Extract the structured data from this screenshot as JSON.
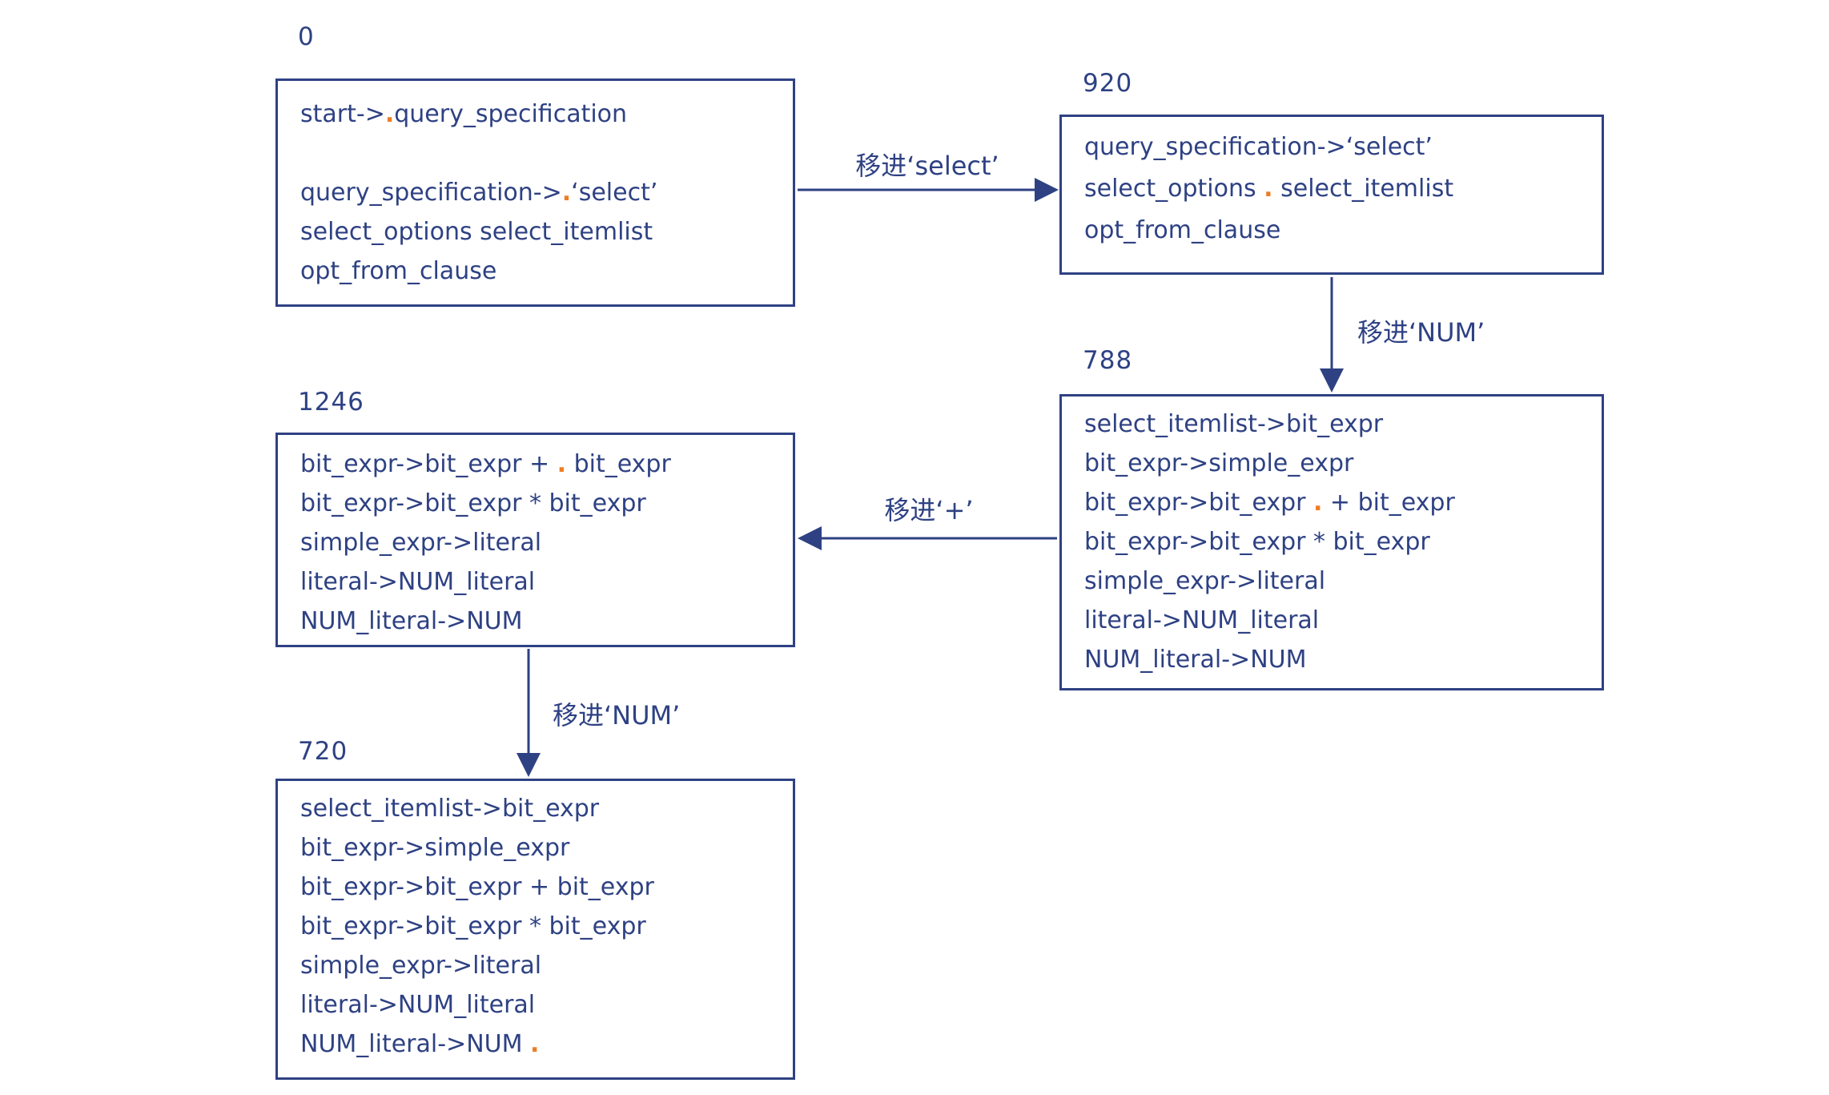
{
  "colors": {
    "ink": "#2e4183",
    "accent_dot": "#ed7d24",
    "background": "#ffffff"
  },
  "states": [
    {
      "id": "0",
      "lines": [
        [
          {
            "text": "start->"
          },
          {
            "text": ".",
            "accent": true
          },
          {
            "text": "query_specification"
          }
        ],
        [],
        [
          {
            "text": "query_specification->"
          },
          {
            "text": ".",
            "accent": true
          },
          {
            "text": "‘select’"
          }
        ],
        [
          {
            "text": "select_options select_itemlist"
          }
        ],
        [
          {
            "text": "opt_from_clause"
          }
        ]
      ]
    },
    {
      "id": "920",
      "lines": [
        [
          {
            "text": "query_specification->‘select’"
          }
        ],
        [
          {
            "text": "select_options "
          },
          {
            "text": ".",
            "accent": true
          },
          {
            "text": " select_itemlist"
          }
        ],
        [
          {
            "text": "opt_from_clause"
          }
        ]
      ]
    },
    {
      "id": "788",
      "lines": [
        [
          {
            "text": "select_itemlist->bit_expr"
          }
        ],
        [
          {
            "text": "bit_expr->simple_expr"
          }
        ],
        [
          {
            "text": "bit_expr->bit_expr "
          },
          {
            "text": ".",
            "accent": true
          },
          {
            "text": " + bit_expr"
          }
        ],
        [
          {
            "text": "bit_expr->bit_expr * bit_expr"
          }
        ],
        [
          {
            "text": "simple_expr->literal"
          }
        ],
        [
          {
            "text": "literal->NUM_literal"
          }
        ],
        [
          {
            "text": "NUM_literal->NUM"
          }
        ]
      ]
    },
    {
      "id": "1246",
      "lines": [
        [
          {
            "text": "bit_expr->bit_expr + "
          },
          {
            "text": ".",
            "accent": true
          },
          {
            "text": " bit_expr"
          }
        ],
        [
          {
            "text": "bit_expr->bit_expr * bit_expr"
          }
        ],
        [
          {
            "text": "simple_expr->literal"
          }
        ],
        [
          {
            "text": "literal->NUM_literal"
          }
        ],
        [
          {
            "text": "NUM_literal->NUM"
          }
        ]
      ]
    },
    {
      "id": "720",
      "lines": [
        [
          {
            "text": "select_itemlist->bit_expr"
          }
        ],
        [
          {
            "text": "bit_expr->simple_expr"
          }
        ],
        [
          {
            "text": "bit_expr->bit_expr + bit_expr"
          }
        ],
        [
          {
            "text": "bit_expr->bit_expr * bit_expr"
          }
        ],
        [
          {
            "text": "simple_expr->literal"
          }
        ],
        [
          {
            "text": "literal->NUM_literal"
          }
        ],
        [
          {
            "text": "NUM_literal->NUM "
          },
          {
            "text": ".",
            "accent": true
          }
        ]
      ]
    }
  ],
  "edges": [
    {
      "label": "移进‘select’"
    },
    {
      "label": "移进‘NUM’"
    },
    {
      "label": "移进‘+’"
    },
    {
      "label": "移进‘NUM’"
    }
  ]
}
